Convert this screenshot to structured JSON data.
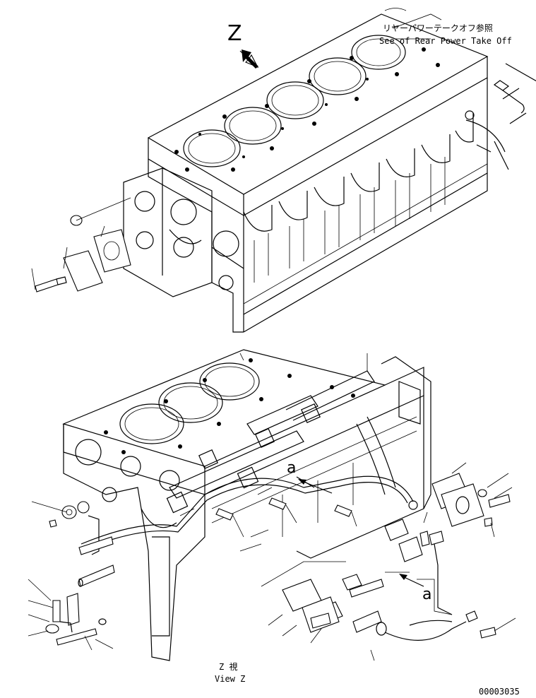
{
  "labels": {
    "ref_jp": "リヤーパワーテークオフ参照",
    "ref_en": "See of Rear Power Take Off",
    "view_letter": "Z",
    "view_jp": "Z 視",
    "view_en": "View Z",
    "mark_a_top": "a",
    "mark_a_bottom": "a",
    "drawing_number": "00003035"
  }
}
